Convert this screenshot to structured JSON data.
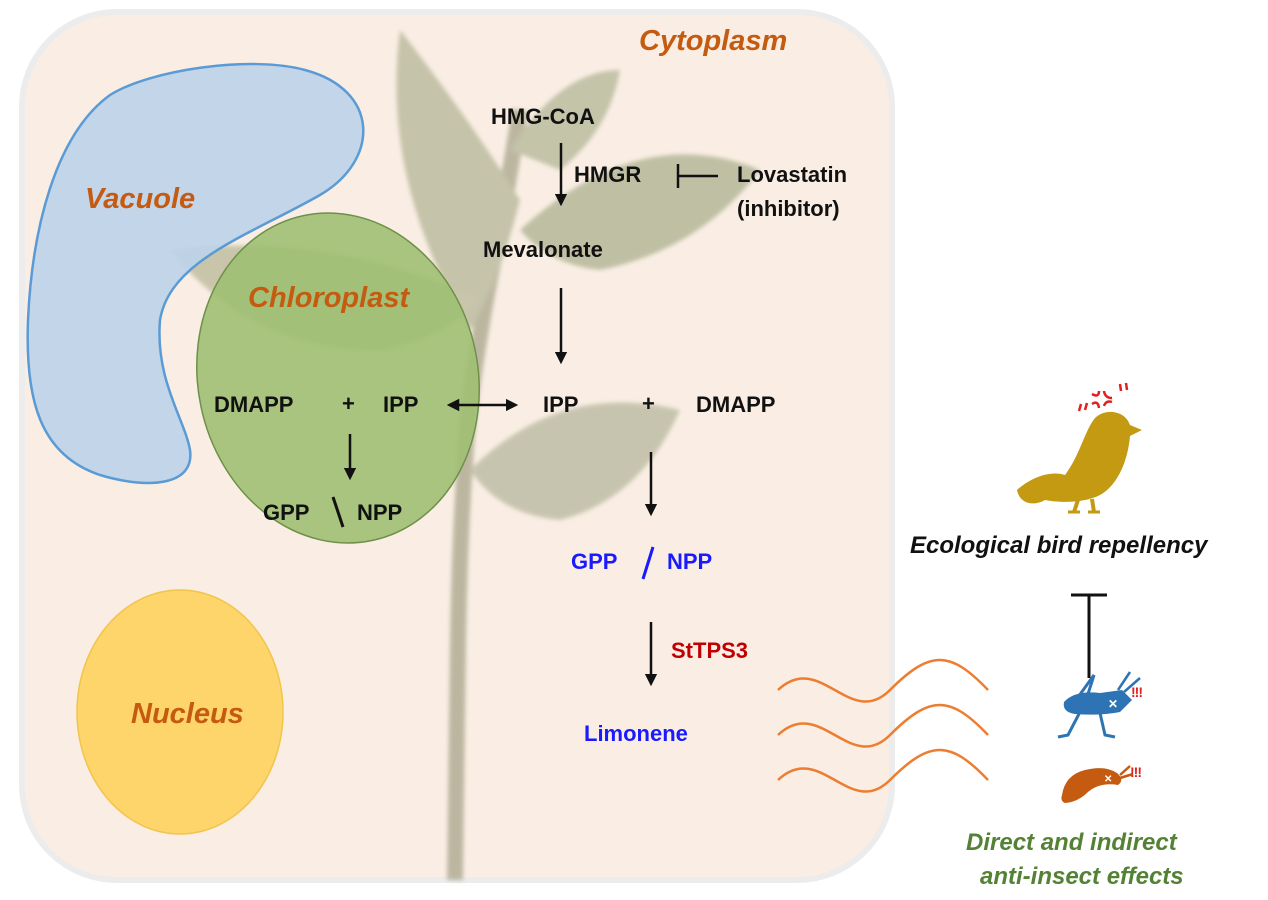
{
  "compartments": {
    "cytoplasm": "Cytoplasm",
    "vacuole": "Vacuole",
    "chloroplast": "Chloroplast",
    "nucleus": "Nucleus"
  },
  "pathway": {
    "hmg_coa": "HMG-CoA",
    "hmgr": "HMGR",
    "lovastatin": "Lovastatin",
    "lovastatin_note": "(inhibitor)",
    "mevalonate": "Mevalonate",
    "cyto_ipp": "IPP",
    "cyto_plus": "+",
    "cyto_dmapp": "DMAPP",
    "cyto_gpp": "GPP",
    "cyto_npp": "NPP",
    "sttps3": "StTPS3",
    "limonene": "Limonene"
  },
  "chloroplast_pathway": {
    "dmapp": "DMAPP",
    "plus": "+",
    "ipp": "IPP",
    "gpp": "GPP",
    "npp": "NPP"
  },
  "ecology": {
    "bird_repellency": "Ecological bird repellency",
    "insect_effects_line1": "Direct and indirect",
    "insect_effects_line2": "anti-insect effects",
    "alarm_marks": "!!!"
  },
  "colors": {
    "organelle_label": "#c55a11",
    "metabolite": "#111111",
    "product_blue": "#1a1aff",
    "enzyme_red": "#c00000",
    "insect_effects": "#548235",
    "cell_fill": "#faeee4",
    "vacuole_fill": "#bdd3e9",
    "vacuole_stroke": "#5b9bd5",
    "chloroplast_fill": "#9fbf72",
    "nucleus_fill": "#fdd56a",
    "bird": "#c49a12",
    "grasshopper": "#2e74b5",
    "larva": "#c55a11",
    "odor_waves": "#ed7d31"
  },
  "icons": [
    "bird-icon",
    "anger-mark-icon",
    "grasshopper-icon",
    "larva-icon",
    "odor-wave-icon",
    "plant-background"
  ]
}
